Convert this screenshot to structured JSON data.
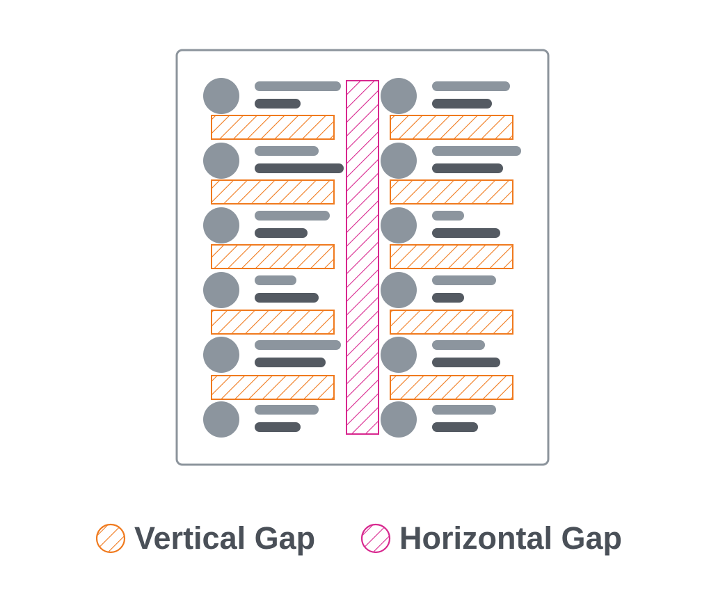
{
  "colors": {
    "frame": "#8c949c",
    "avatar": "#8c959e",
    "line_light": "#8c959e",
    "line_dark": "#545a62",
    "vertical_gap": "#f07a1e",
    "horizontal_gap": "#d8288f",
    "legend_text": "#4a5058"
  },
  "legend": {
    "vertical_gap_label": "Vertical Gap",
    "horizontal_gap_label": "Horizontal Gap"
  },
  "grid": {
    "columns": 2,
    "rows_per_column": 6,
    "vertical_gaps_per_column": 5,
    "horizontal_gaps": 1
  }
}
